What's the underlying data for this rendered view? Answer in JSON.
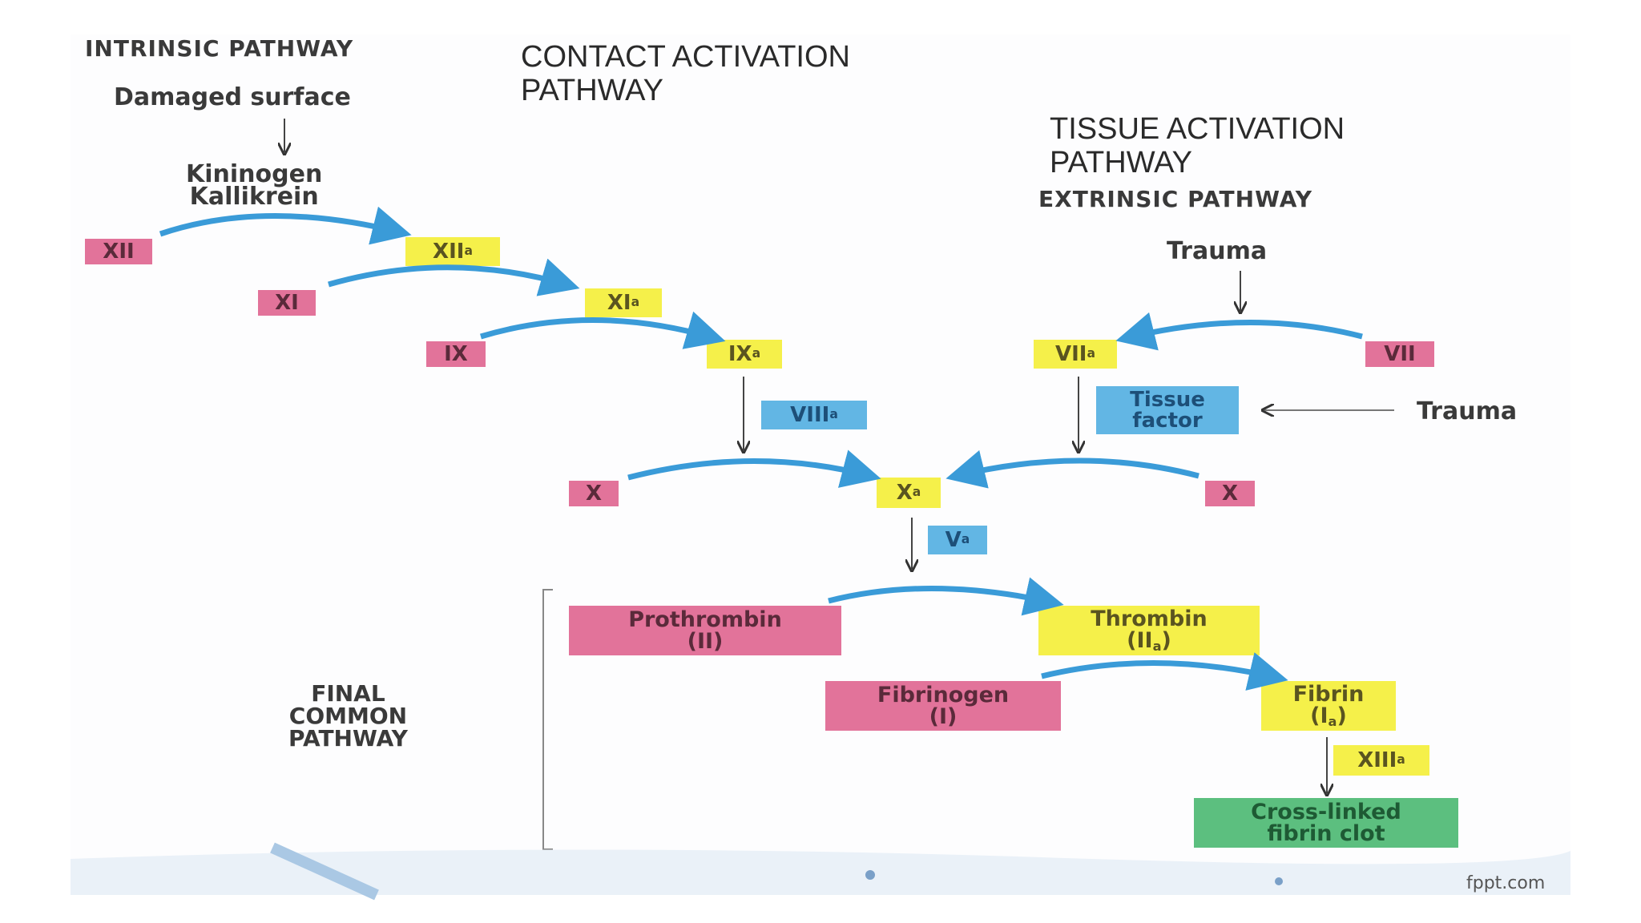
{
  "headers": {
    "intrinsic": "INTRINSIC PATHWAY",
    "contact": "CONTACT ACTIVATION\nPATHWAY",
    "tissue": "TISSUE ACTIVATION\nPATHWAY",
    "extrinsic": "EXTRINSIC PATHWAY",
    "final": "FINAL\nCOMMON\nPATHWAY"
  },
  "labels": {
    "damaged_surface": "Damaged surface",
    "kininogen": "Kininogen\nKallikrein",
    "trauma_top": "Trauma",
    "trauma_side": "Trauma"
  },
  "factors": {
    "xii": "XII",
    "xiia": "XII",
    "xi": "XI",
    "xia": "XI",
    "ix": "IX",
    "ixa": "IX",
    "viiia": "VIII",
    "viia": "VII",
    "vii": "VII",
    "tissue_factor": "Tissue\nfactor",
    "x_left": "X",
    "xa": "X",
    "x_right": "X",
    "va": "V",
    "prothrombin": "Prothrombin\n(II)",
    "thrombin": "Thrombin\n(II",
    "fibrinogen": "Fibrinogen\n(I)",
    "fibrin": "Fibrin\n(I",
    "xiiia": "XIII",
    "clot": "Cross-linked\nfibrin clot",
    "activated_sub": "a"
  },
  "footer": {
    "brand": "fppt.com"
  },
  "colors": {
    "inactive": "#e2739a",
    "active": "#f5f04a",
    "cofactor": "#62b6e4",
    "clot": "#5cbf7f",
    "arrow": "#3a9bd8"
  }
}
